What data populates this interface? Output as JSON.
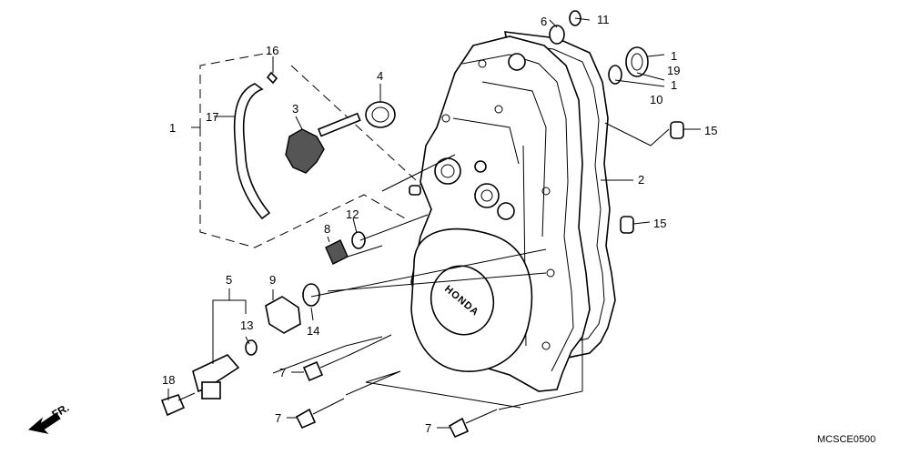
{
  "diagram": {
    "code": "MCSCE0500",
    "direction_label": "FR.",
    "brand_text": "HONDA",
    "callouts": {
      "c1a": "1",
      "c1b": "1",
      "c1c": "1",
      "c2": "2",
      "c3": "3",
      "c4": "4",
      "c5": "5",
      "c6": "6",
      "c7a": "7",
      "c7b": "7",
      "c7c": "7",
      "c8": "8",
      "c9": "9",
      "c10": "10",
      "c11": "11",
      "c12": "12",
      "c13": "13",
      "c14": "14",
      "c15a": "15",
      "c15b": "15",
      "c16": "16",
      "c17": "17",
      "c18": "18",
      "c19": "19"
    }
  }
}
